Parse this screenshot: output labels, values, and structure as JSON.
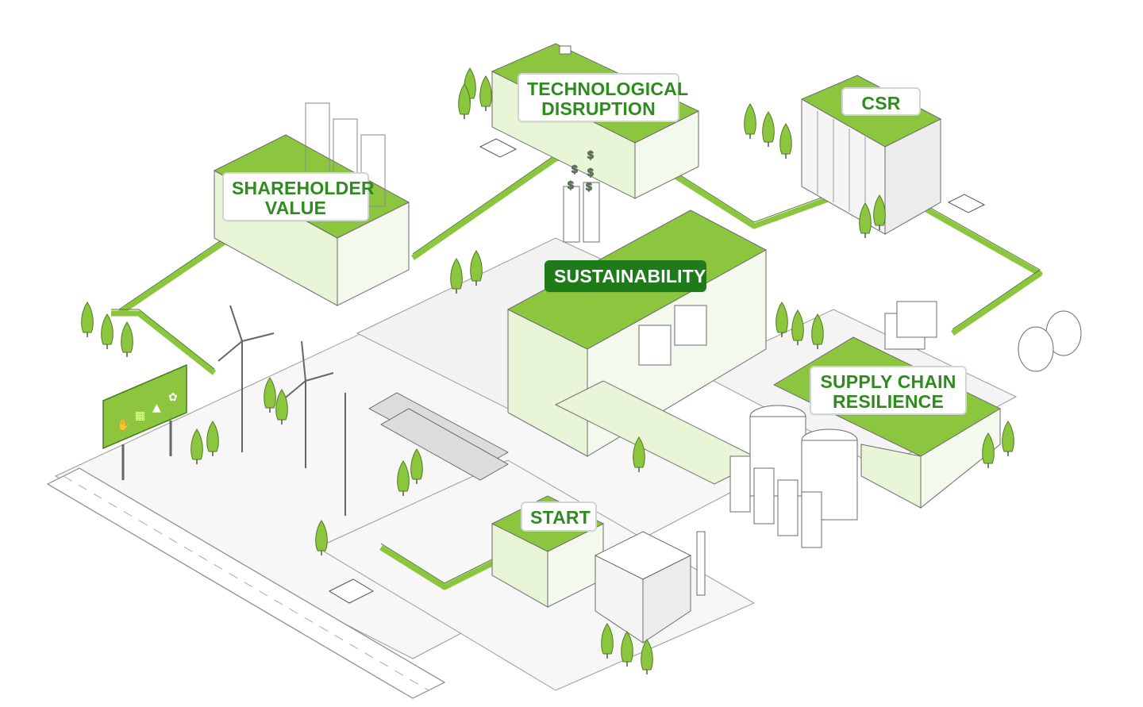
{
  "colors": {
    "accent": "#8cc63f",
    "accent_dark": "#1f7a1a",
    "label_text": "#2e8b1e",
    "roof_light": "#e8f5d7",
    "outline": "#6b6b6b"
  },
  "labels": {
    "technological_disruption": "TECHNOLOGICAL\nDISRUPTION",
    "csr": "CSR",
    "shareholder_value": "SHAREHOLDER\nVALUE",
    "sustainability": "SUSTAINABILITY",
    "supply_chain_resilience": "SUPPLY CHAIN\nRESILIENCE",
    "start": "START"
  },
  "billboard_icons": [
    "handshake-icon",
    "solar-panel-icon",
    "growth-chart-icon",
    "plant-sprout-icon"
  ],
  "money_symbols": [
    "$",
    "$",
    "$",
    "$",
    "$"
  ]
}
